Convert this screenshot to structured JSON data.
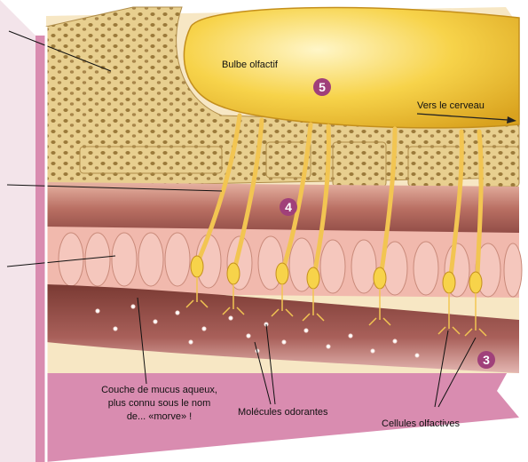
{
  "labels": {
    "bulbe": "Bulbe olfactif",
    "vers_cerveau": "Vers le cerveau",
    "mucus_line1": "Couche de mucus aqueux,",
    "mucus_line2": "plus connu sous le nom",
    "mucus_line3": "de... «morve» !",
    "molecules": "Molécules odorantes",
    "cellules": "Cellules olfactives"
  },
  "markers": {
    "five": "5",
    "four": "4",
    "three": "3"
  },
  "colors": {
    "bulb": "#f7d34a",
    "bone": "#e8cf8f",
    "tissue": "#c98a7a",
    "mucus": "#6e2f2a",
    "cells": "#f1b9ad",
    "frame_pink": "#d98cb0",
    "marker": "#a0407a"
  }
}
